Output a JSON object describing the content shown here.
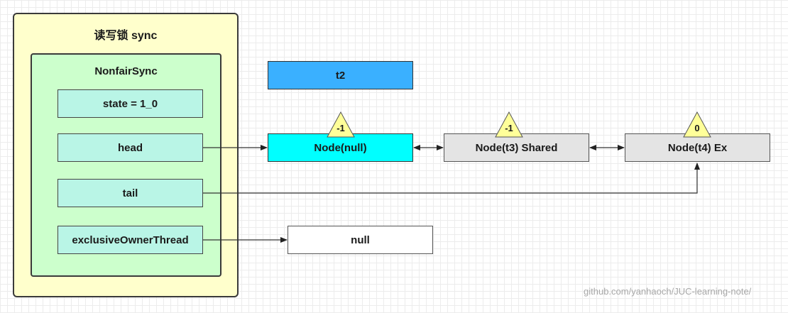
{
  "outer": {
    "title": "读写锁 sync"
  },
  "inner": {
    "title": "NonfairSync"
  },
  "fields": {
    "state": "state = 1_0",
    "head": "head",
    "tail": "tail",
    "owner": "exclusiveOwnerThread"
  },
  "thread_box": "t2",
  "nodes": {
    "null_node": {
      "label": "Node(null)",
      "waitStatus": "-1"
    },
    "t3_node": {
      "label": "Node(t3) Shared",
      "waitStatus": "-1"
    },
    "t4_node": {
      "label": "Node(t4) Ex",
      "waitStatus": "0"
    }
  },
  "owner_value": "null",
  "watermark": "github.com/yanhaoch/JUC-learning-note/",
  "colors": {
    "outer_fill": "#ffffcc",
    "inner_fill": "#ccffcc",
    "field_fill": "#b9f5e6",
    "thread_fill": "#3ab0ff",
    "head_node_fill": "#00ffff",
    "node_fill": "#e4e4e4",
    "triangle_fill": "#ffff99"
  }
}
